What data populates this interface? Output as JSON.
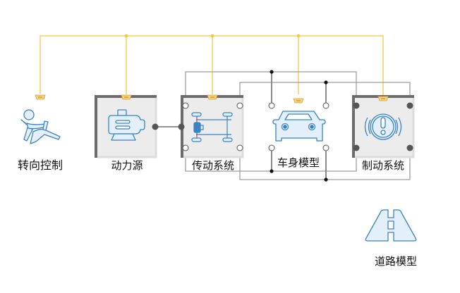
{
  "diagram": {
    "blocks": [
      {
        "id": "steering",
        "label": "转向控制",
        "icon": "driver-steering-icon",
        "framed": false
      },
      {
        "id": "power",
        "label": "动力源",
        "icon": "motor-icon",
        "framed": true
      },
      {
        "id": "drivetrain",
        "label": "传动系统",
        "icon": "chassis-drivetrain-icon",
        "framed": true
      },
      {
        "id": "body",
        "label": "车身模型",
        "icon": "car-icon",
        "framed": false
      },
      {
        "id": "brake",
        "label": "制动系统",
        "icon": "brake-warning-icon",
        "framed": true
      },
      {
        "id": "road",
        "label": "道路模型",
        "icon": "road-icon",
        "framed": false
      }
    ],
    "colors": {
      "bus": "#f5c842",
      "connector_fill": "#f7d27a",
      "wire": "#9e9e9e",
      "junction": "#111111",
      "port_dark": "#555555",
      "icon_stroke": "#3b82c4",
      "icon_fill": "#e3f0fb",
      "frame_bg": "#ececec",
      "frame_shadow": "#6b6b6b"
    }
  }
}
